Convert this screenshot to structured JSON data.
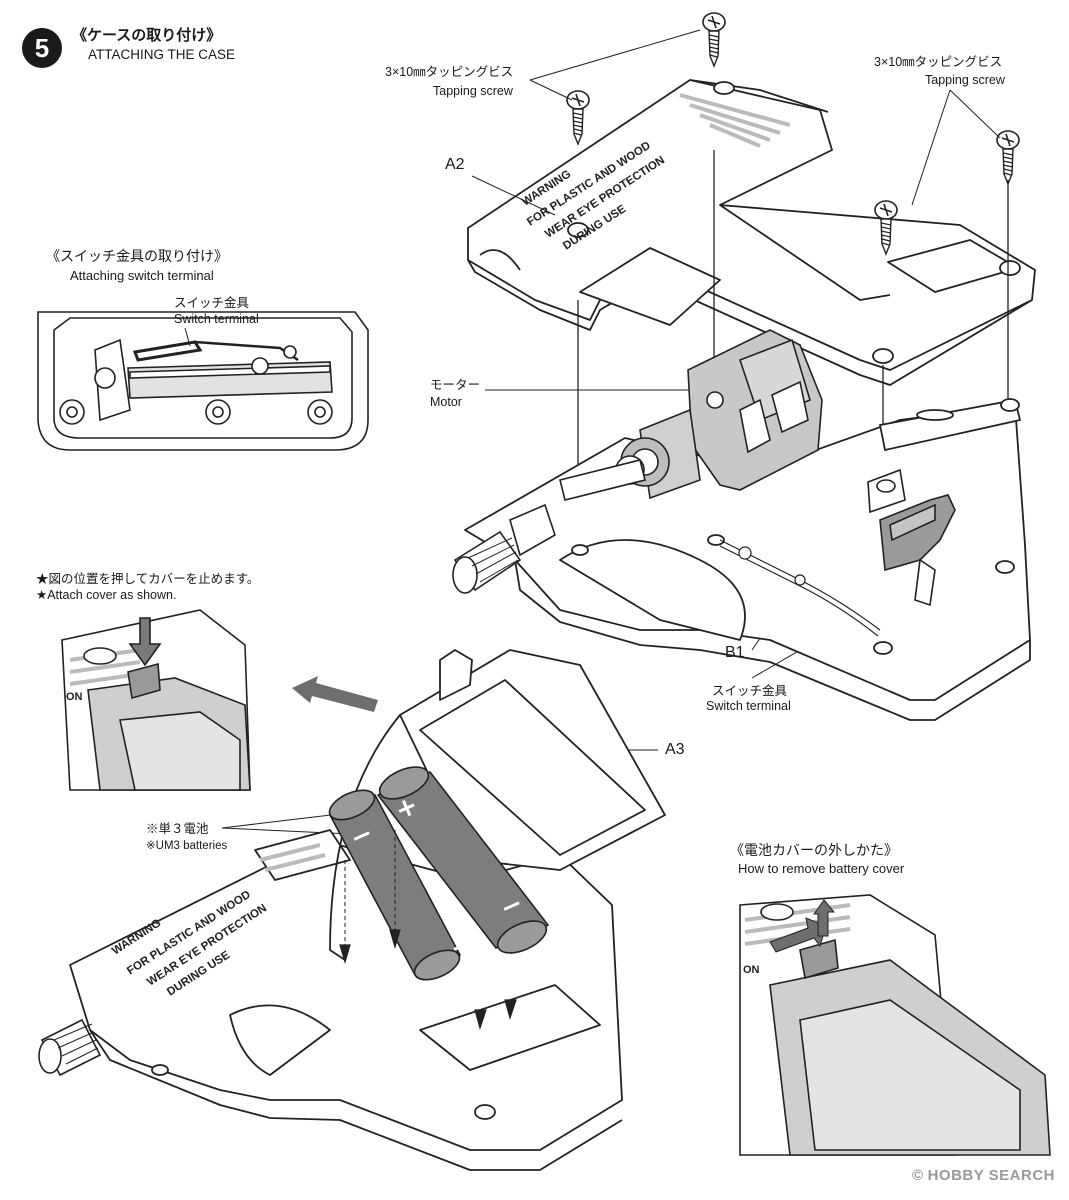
{
  "step": {
    "number": "5",
    "title_jp": "《ケースの取り付け》",
    "title_en": "ATTACHING THE CASE"
  },
  "screws": {
    "left_jp": "3×10㎜タッピングビス",
    "left_en": "Tapping screw",
    "right_jp": "3×10㎜タッピングビス",
    "right_en": "Tapping screw"
  },
  "parts": {
    "a2": "A2",
    "a3": "A3",
    "b1": "B1",
    "motor_jp": "モーター",
    "motor_en": "Motor",
    "switch_jp": "スイッチ金具",
    "switch_en": "Switch terminal",
    "batteries_jp": "※単３電池",
    "batteries_en": "※UM3 batteries"
  },
  "inset_switch": {
    "title_jp": "《スイッチ金具の取り付け》",
    "title_en": "Attaching switch terminal",
    "label_jp": "スイッチ金具",
    "label_en": "Switch terminal"
  },
  "inset_cover": {
    "note_jp": "★図の位置を押してカバーを止めます。",
    "note_en": "★Attach cover as shown."
  },
  "inset_remove": {
    "title_jp": "《電池カバーの外しかた》",
    "title_en": "How to remove battery cover"
  },
  "case_text": {
    "line1": "WARNING",
    "line2": "FOR PLASTIC AND WOOD",
    "line3": "WEAR EYE PROTECTION",
    "line4": "DURING USE"
  },
  "battery_marks": {
    "plus": "+",
    "minus": "−"
  },
  "watermark": {
    "copyright": "©",
    "brand": "HOBBY SEARCH"
  }
}
